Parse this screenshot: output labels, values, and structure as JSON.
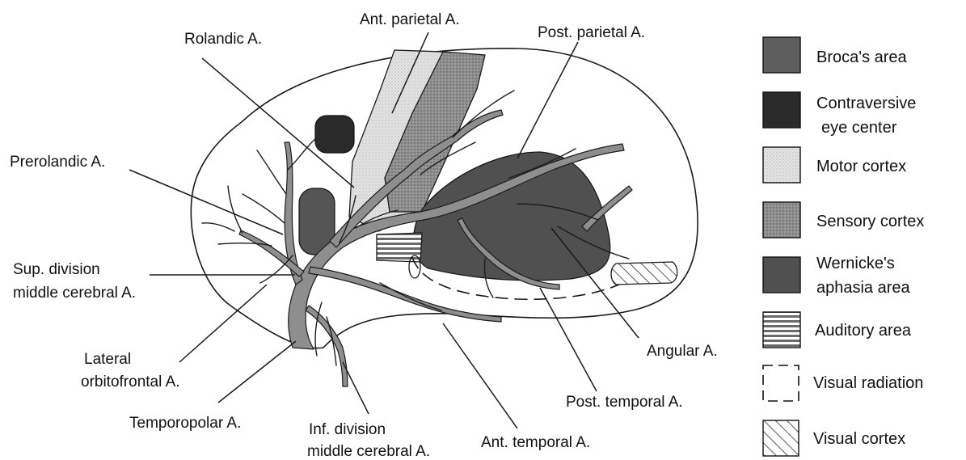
{
  "colors": {
    "broca": "#5e5e5e",
    "eye_center": "#2a2a2a",
    "motor": "#e2e2e2",
    "sensory": "#909090",
    "wernicke": "#555555",
    "artery": "#8e8e8e",
    "outline": "#1a1a1a"
  },
  "labels": {
    "rolandic": "Rolandic A.",
    "ant_parietal": "Ant. parietal A.",
    "post_parietal": "Post. parietal A.",
    "prerolandic": "Prerolandic A.",
    "sup_division_1": "Sup. division",
    "sup_division_2": "middle cerebral A.",
    "lateral_orbitofrontal_1": "Lateral",
    "lateral_orbitofrontal_2": "orbitofrontal A.",
    "temporopolar": "Temporopolar A.",
    "inf_division_1": "Inf. division",
    "inf_division_2": "middle cerebral A.",
    "ant_temporal": "Ant. temporal A.",
    "post_temporal": "Post. temporal A.",
    "angular": "Angular A."
  },
  "legend": [
    {
      "label_1": "Broca's area",
      "label_2": "",
      "swatch": "solid-mid"
    },
    {
      "label_1": "Contraversive",
      "label_2": "eye center",
      "swatch": "solid-dark"
    },
    {
      "label_1": "Motor cortex",
      "label_2": "",
      "swatch": "stipple-light"
    },
    {
      "label_1": "Sensory cortex",
      "label_2": "",
      "swatch": "stipple-mid"
    },
    {
      "label_1": "Wernicke's",
      "label_2": "aphasia area",
      "swatch": "solid-dark-mid"
    },
    {
      "label_1": "Auditory area",
      "label_2": "",
      "swatch": "horizontal-stripes"
    },
    {
      "label_1": "Visual radiation",
      "label_2": "",
      "swatch": "dashed-outline"
    },
    {
      "label_1": "Visual cortex",
      "label_2": "",
      "swatch": "diagonal-hatch"
    }
  ]
}
